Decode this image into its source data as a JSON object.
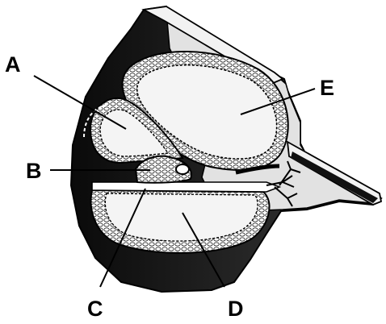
{
  "labels": {
    "a": "A",
    "b": "B",
    "c": "C",
    "d": "D",
    "e": "E"
  },
  "colors": {
    "ink": "#000000",
    "tissue_dark": "#1a1a1a",
    "tissue_mid": "#555555",
    "cavity_fill": "#f4f4f4",
    "paper": "#ffffff"
  }
}
